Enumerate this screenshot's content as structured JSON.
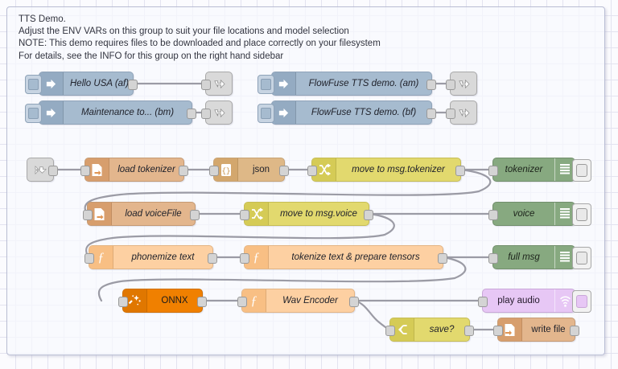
{
  "group": {
    "title_lines": "TTS Demo.\nAdjust the ENV VARs on this group to suit your file locations and model selection\nNOTE: This demo requires files to be downloaded and place correctly on your filesystem\nFor details, see the INFO for this group on the right hand sidebar"
  },
  "palette": {
    "canvas_bg": "#fbfbfe",
    "grid": "#e3e3f0",
    "group_border": "#b9bdd4",
    "wire": "#9b9ba5",
    "inject": "#a6bbcf",
    "link": "#d9d9d9",
    "file": "#e3b68d",
    "json": "#deb887",
    "change": "#e2d96e",
    "function": "#fdd0a2",
    "onnx": "#f08000",
    "debug": "#87a980",
    "audio": "#e7c7f5"
  },
  "nodes": {
    "inject_1": {
      "label": "Hello USA (af)",
      "type": "inject",
      "icon": "inject-arrow-icon"
    },
    "inject_2": {
      "label": "Maintenance to... (bm)",
      "type": "inject",
      "icon": "inject-arrow-icon"
    },
    "inject_3": {
      "label": "FlowFuse TTS demo. (am)",
      "type": "inject",
      "icon": "inject-arrow-icon"
    },
    "inject_4": {
      "label": "FlowFuse TTS demo. (bf)",
      "type": "inject",
      "icon": "inject-arrow-icon"
    },
    "link_out_1": {
      "label": "",
      "type": "link-out",
      "icon": "link-out-icon"
    },
    "link_out_2": {
      "label": "",
      "type": "link-out",
      "icon": "link-out-icon"
    },
    "link_out_3": {
      "label": "",
      "type": "link-out",
      "icon": "link-out-icon"
    },
    "link_out_4": {
      "label": "",
      "type": "link-out",
      "icon": "link-out-icon"
    },
    "link_in_1": {
      "label": "",
      "type": "link-in",
      "icon": "link-in-icon"
    },
    "load_tokenizer": {
      "label": "load tokenizer",
      "type": "file-in",
      "icon": "file-icon"
    },
    "json_1": {
      "label": "json",
      "type": "json",
      "icon": "braces-icon"
    },
    "move_tokenizer": {
      "label": "move to msg.tokenizer",
      "type": "change",
      "icon": "shuffle-icon"
    },
    "debug_tokenizer": {
      "label": "tokenizer",
      "type": "debug",
      "icon": "debug-lines-icon"
    },
    "load_voicefile": {
      "label": "load voiceFile",
      "type": "file-in",
      "icon": "file-icon"
    },
    "move_voice": {
      "label": "move to msg.voice",
      "type": "change",
      "icon": "shuffle-icon"
    },
    "debug_voice": {
      "label": "voice",
      "type": "debug",
      "icon": "debug-lines-icon"
    },
    "phonemize": {
      "label": "phonemize text",
      "type": "function",
      "icon": "function-icon"
    },
    "tokenize_tensors": {
      "label": "tokenize text & prepare tensors",
      "type": "function",
      "icon": "function-icon"
    },
    "debug_fullmsg": {
      "label": "full msg",
      "type": "debug",
      "icon": "debug-lines-icon"
    },
    "onnx": {
      "label": "ONNX",
      "type": "onnx",
      "icon": "magic-wand-icon"
    },
    "wav_encoder": {
      "label": "Wav Encoder",
      "type": "function",
      "icon": "function-icon"
    },
    "play_audio": {
      "label": "play audio",
      "type": "audio-out",
      "icon": "speaker-wave-icon"
    },
    "save_switch": {
      "label": "save?",
      "type": "switch",
      "icon": "switch-branch-icon"
    },
    "write_file": {
      "label": "write file",
      "type": "file-out",
      "icon": "file-out-icon"
    }
  }
}
